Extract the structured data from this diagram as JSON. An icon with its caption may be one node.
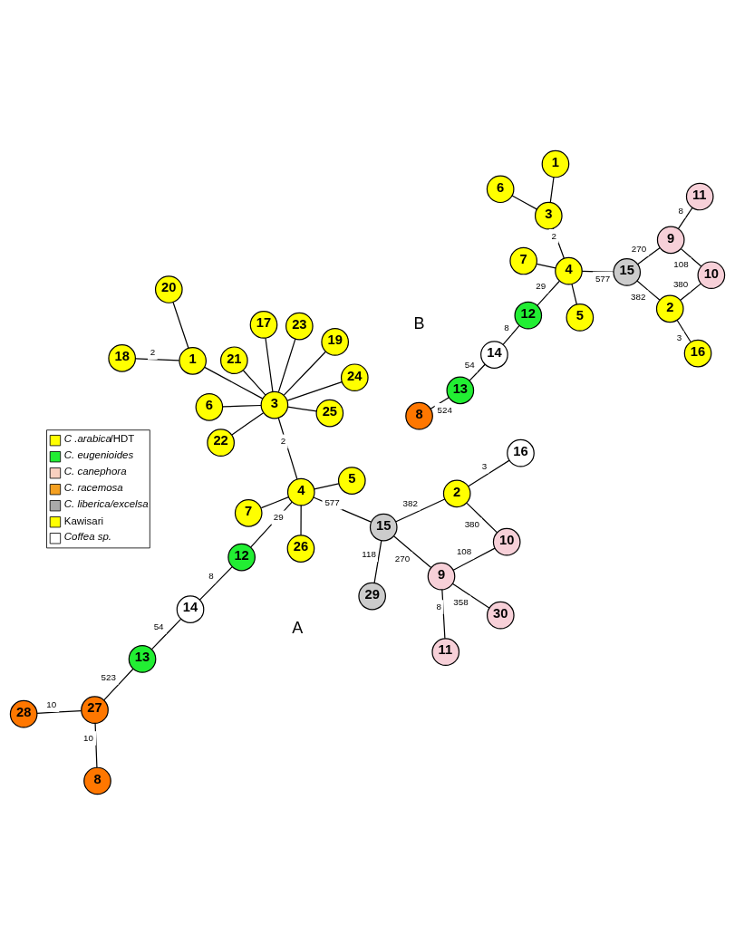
{
  "diagram": {
    "nodes": [
      {
        "text": [
          "8"
        ]
      },
      {
        "text": [
          "11"
        ]
      },
      {
        "text": [
          "13"
        ]
      },
      {
        "text": [
          "9"
        ]
      },
      {
        "text": [
          "14"
        ]
      },
      {
        "text": [
          "15"
        ]
      },
      {
        "text": [
          "12"
        ]
      },
      {
        "text": [
          "10"
        ]
      },
      {
        "text": [
          "5"
        ]
      },
      {
        "text": [
          "4"
        ]
      },
      {
        "text": [
          "6"
        ]
      },
      {
        "text": [
          "7"
        ]
      },
      {
        "text": [
          "2"
        ]
      },
      {
        "text": [
          "1"
        ]
      },
      {
        "text": [
          "3"
        ]
      },
      {
        "text": [
          "16"
        ]
      },
      {
        "text": [
          "28"
        ]
      },
      {
        "text": [
          "27"
        ]
      },
      {
        "text": [
          "8"
        ]
      },
      {
        "text": [
          "13"
        ]
      },
      {
        "text": [
          "30"
        ]
      },
      {
        "text": [
          "11"
        ]
      },
      {
        "text": [
          "29"
        ]
      },
      {
        "text": [
          "9"
        ]
      },
      {
        "text": [
          "14"
        ]
      },
      {
        "text": [
          "15"
        ]
      },
      {
        "text": [
          "12"
        ]
      },
      {
        "text": [
          "26"
        ]
      },
      {
        "text": [
          "5"
        ]
      },
      {
        "text": [
          "10"
        ]
      },
      {
        "text": [
          "4"
        ]
      },
      {
        "text": [
          "24"
        ]
      },
      {
        "text": [
          "25"
        ]
      },
      {
        "text": [
          "7"
        ]
      },
      {
        "text": [
          "6"
        ]
      },
      {
        "text": [
          "2"
        ]
      },
      {
        "text": [
          "20"
        ]
      },
      {
        "text": [
          "1"
        ]
      },
      {
        "text": [
          "3"
        ]
      },
      {
        "text": [
          "23"
        ]
      },
      {
        "text": [
          "17"
        ]
      },
      {
        "text": [
          "18"
        ]
      },
      {
        "text": [
          "19"
        ]
      },
      {
        "text": [
          "21"
        ]
      },
      {
        "text": [
          "22"
        ]
      },
      {
        "text": [
          "16"
        ]
      }
    ],
    "edges": [
      {
        "from": 0,
        "to": 2,
        "arrow": "none",
        "label": "524"
      },
      {
        "from": 2,
        "to": 4,
        "arrow": "none",
        "label": "54"
      },
      {
        "from": 4,
        "to": 6,
        "arrow": "none",
        "label": "8"
      },
      {
        "from": 6,
        "to": 9,
        "arrow": "none",
        "label": "29"
      },
      {
        "from": 1,
        "to": 3,
        "arrow": "none",
        "label": "8"
      },
      {
        "from": 3,
        "to": 7,
        "arrow": "none",
        "label": "108"
      },
      {
        "from": 3,
        "to": 5,
        "arrow": "none",
        "label": "270"
      },
      {
        "from": 5,
        "to": 9,
        "arrow": "none",
        "label": "577"
      },
      {
        "from": 7,
        "to": 12,
        "arrow": "none",
        "label": "380"
      },
      {
        "from": 5,
        "to": 12,
        "arrow": "none",
        "label": "382"
      },
      {
        "from": 12,
        "to": 15,
        "arrow": "none",
        "label": "3"
      },
      {
        "from": 9,
        "to": 8,
        "arrow": "none"
      },
      {
        "from": 9,
        "to": 11,
        "arrow": "none"
      },
      {
        "from": 9,
        "to": 14,
        "arrow": "none",
        "label": "2"
      },
      {
        "from": 13,
        "to": 14,
        "arrow": "none"
      },
      {
        "from": 14,
        "to": 10,
        "arrow": "none"
      },
      {
        "from": 16,
        "to": 17,
        "arrow": "none",
        "label": "10"
      },
      {
        "from": 17,
        "to": 18,
        "arrow": "none",
        "label": "10"
      },
      {
        "from": 17,
        "to": 19,
        "arrow": "none",
        "label": "523"
      },
      {
        "from": 19,
        "to": 24,
        "arrow": "none",
        "label": "54"
      },
      {
        "from": 24,
        "to": 26,
        "arrow": "none",
        "label": "8"
      },
      {
        "from": 26,
        "to": 30,
        "arrow": "none",
        "label": "29"
      },
      {
        "from": 20,
        "to": 23,
        "arrow": "none",
        "label": "358"
      },
      {
        "from": 21,
        "to": 23,
        "arrow": "none",
        "label": "8"
      },
      {
        "from": 23,
        "to": 25,
        "arrow": "none",
        "label": "270"
      },
      {
        "from": 22,
        "to": 25,
        "arrow": "none",
        "label": "118"
      },
      {
        "from": 23,
        "to": 29,
        "arrow": "none",
        "label": "108"
      },
      {
        "from": 29,
        "to": 35,
        "arrow": "none",
        "label": "380"
      },
      {
        "from": 25,
        "to": 35,
        "arrow": "none",
        "label": "382"
      },
      {
        "from": 35,
        "to": 45,
        "arrow": "none",
        "label": "3"
      },
      {
        "from": 25,
        "to": 30,
        "arrow": "none",
        "label": "577"
      },
      {
        "from": 30,
        "to": 27,
        "arrow": "none"
      },
      {
        "from": 30,
        "to": 28,
        "arrow": "none"
      },
      {
        "from": 30,
        "to": 33,
        "arrow": "none"
      },
      {
        "from": 30,
        "to": 38,
        "arrow": "none",
        "label": "2"
      },
      {
        "from": 38,
        "to": 31,
        "arrow": "none"
      },
      {
        "from": 38,
        "to": 32,
        "arrow": "none"
      },
      {
        "from": 38,
        "to": 34,
        "arrow": "none"
      },
      {
        "from": 38,
        "to": 39,
        "arrow": "none"
      },
      {
        "from": 38,
        "to": 44,
        "arrow": "none"
      },
      {
        "from": 38,
        "to": 43,
        "arrow": "none"
      },
      {
        "from": 38,
        "to": 42,
        "arrow": "none"
      },
      {
        "from": 38,
        "to": 40,
        "arrow": "none"
      },
      {
        "from": 38,
        "to": 37,
        "arrow": "none"
      },
      {
        "from": 37,
        "to": 36,
        "arrow": "none"
      },
      {
        "from": 37,
        "to": 41,
        "arrow": "none",
        "label": "2"
      }
    ],
    "labels": [
      "A",
      "B"
    ],
    "legend": [
      {
        "text": "*C .arabica*/HDT",
        "color": "#ffff00"
      },
      {
        "text": "C. eugenioides",
        "color": "#22ee33"
      },
      {
        "text": "C. canephora",
        "color": "#f8d0c0"
      },
      {
        "text": "C. racemosa",
        "color": "#f5a020"
      },
      {
        "text": "C. liberica/excelsa",
        "color": "#aaaaaa"
      },
      {
        "text": "Kawisari",
        "color": "#ffff00"
      },
      {
        "text": "Coffea sp.",
        "color": "#ffffff"
      }
    ]
  }
}
